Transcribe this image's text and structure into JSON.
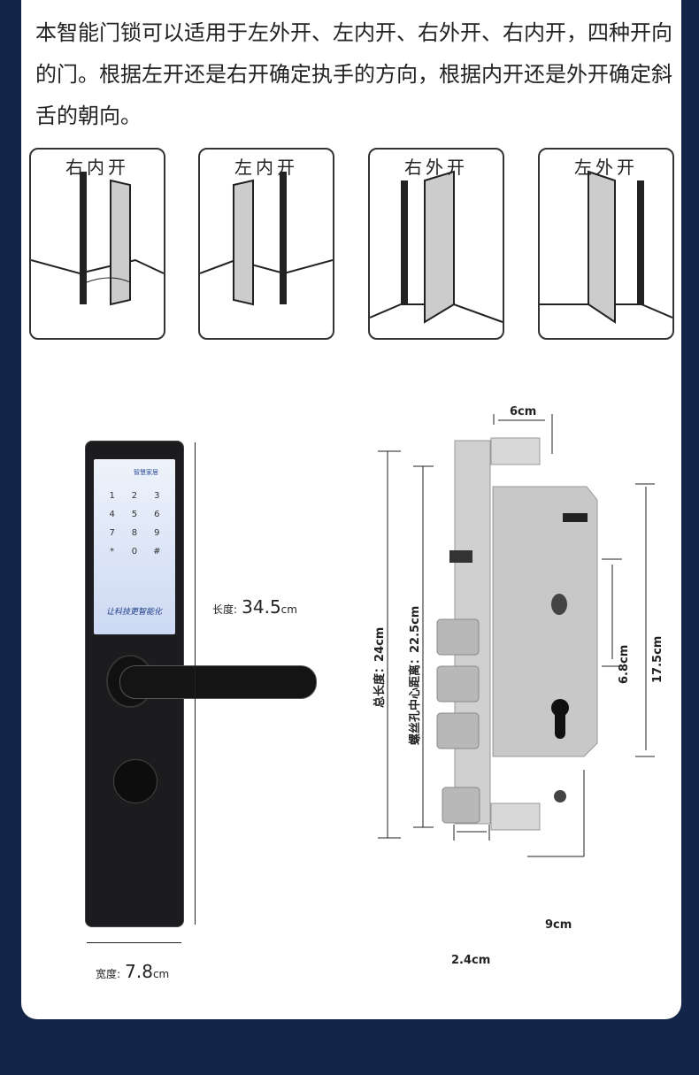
{
  "description": "本智能门锁可以适用于左外开、左内开、右外开、右内开，四种开向的门。根据左开还是右开确定执手的方向，根据内开还是外开确定斜舌的朝向。",
  "door_types": [
    {
      "label": "右内开"
    },
    {
      "label": "左内开"
    },
    {
      "label": "右外开"
    },
    {
      "label": "左外开"
    }
  ],
  "lock_panel": {
    "brand": "智慧家居",
    "keypad": [
      "1",
      "2",
      "3",
      "4",
      "5",
      "6",
      "7",
      "8",
      "9",
      "*",
      "0",
      "#"
    ],
    "slogan": "让科技更智能化",
    "length_label": "长度:",
    "length_value": "34.5",
    "length_unit": "cm",
    "width_label": "宽度:",
    "width_value": "7.8",
    "width_unit": "cm"
  },
  "mortise": {
    "top_width": "6cm",
    "total_length": "总长度：24cm",
    "screw_distance": "螺丝孔中心距离：22.5cm",
    "handle_to_cylinder": "6.8cm",
    "body_height": "17.5cm",
    "body_width": "9cm",
    "faceplate_width": "2.4cm"
  },
  "colors": {
    "background": "#13264a",
    "card": "#ffffff",
    "panel": "#1c1c1e"
  }
}
